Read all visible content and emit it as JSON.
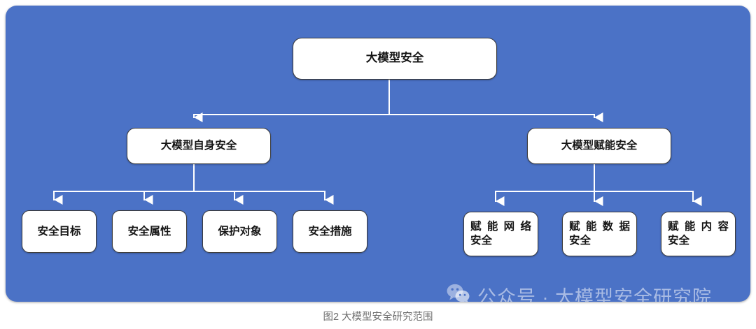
{
  "figure": {
    "caption": "图2 大模型安全研究范围",
    "panel_color": "#4B72C6",
    "node_fill": "#FFFFFF",
    "node_border": "#3B3B3B",
    "connector_color": "#FFFFFF"
  },
  "tree": {
    "root": {
      "label": "大模型安全"
    },
    "branches": [
      {
        "label": "大模型自身安全",
        "children": [
          {
            "label": "安全目标"
          },
          {
            "label": "安全属性"
          },
          {
            "label": "保护对象"
          },
          {
            "label": "安全措施"
          }
        ]
      },
      {
        "label": "大模型赋能安全",
        "children": [
          {
            "line1": "赋能网络",
            "line2": "安全"
          },
          {
            "line1": "赋能数据",
            "line2": "安全"
          },
          {
            "line1": "赋能内容",
            "line2": "安全"
          }
        ]
      }
    ]
  },
  "watermark": {
    "icon": "wechat-icon",
    "text": "公众号 · 大模型安全研究院"
  }
}
